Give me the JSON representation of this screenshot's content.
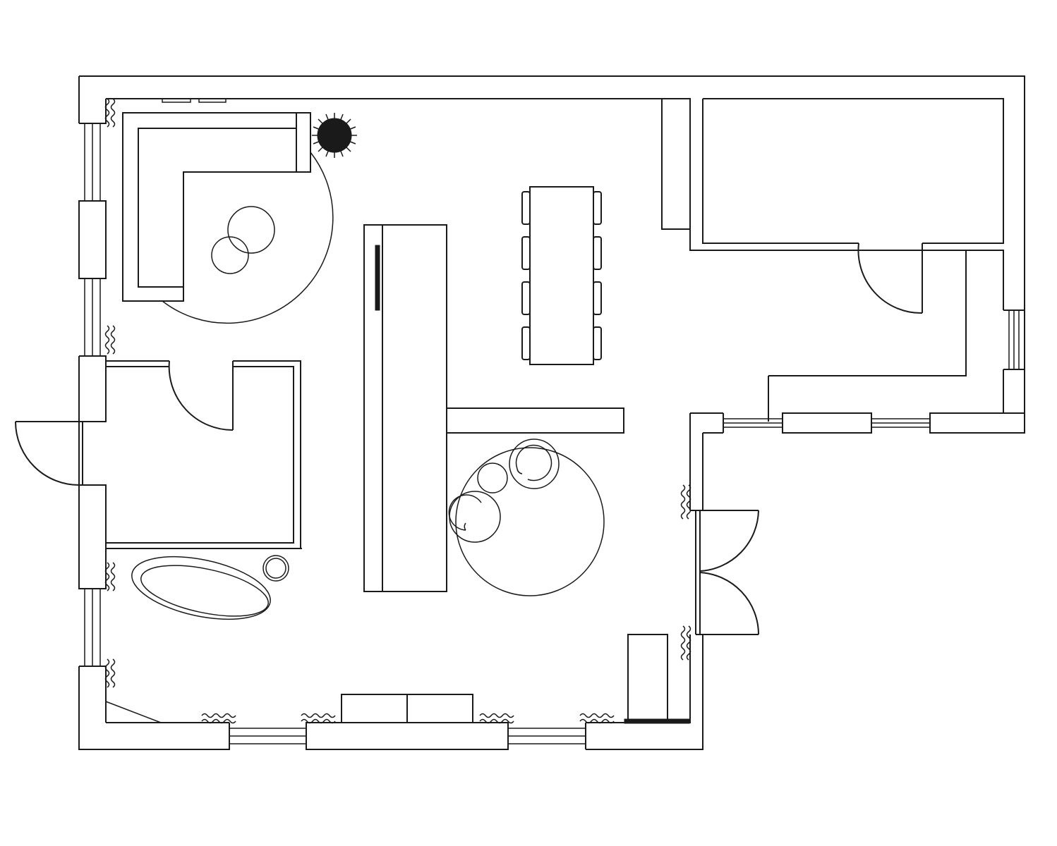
{
  "drawing": {
    "background": "#ffffff",
    "line_color": "#1a1a1a",
    "element_types": [
      "exterior-wall",
      "window",
      "door",
      "radiator",
      "l-shaped-sofa",
      "round-rug",
      "coffee-table",
      "potted-plant",
      "kitchen-island",
      "dining-table",
      "dining-chair",
      "wardrobe",
      "bed",
      "round-table",
      "lounge-chair",
      "bathtub",
      "cabinet",
      "sideboard"
    ]
  }
}
